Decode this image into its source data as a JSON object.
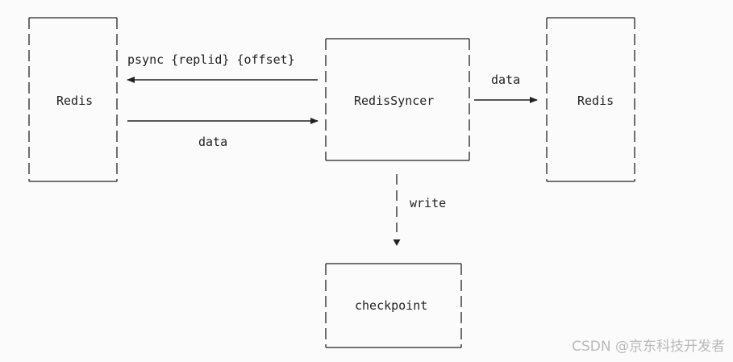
{
  "diagram": {
    "nodes": {
      "redis_source": {
        "label": "Redis"
      },
      "syncer": {
        "label": "RedisSyncer"
      },
      "redis_target": {
        "label": "Redis"
      },
      "checkpoint": {
        "label": "checkpoint"
      }
    },
    "edges": {
      "psync": {
        "label": "psync {replid} {offset}"
      },
      "data_in": {
        "label": "data"
      },
      "data_out": {
        "label": "data"
      },
      "write": {
        "label": "write"
      }
    }
  },
  "watermark": "CSDN @京东科技开发者",
  "colors": {
    "background": "#fbfbfb",
    "line": "#222222",
    "watermark": "#b9b9b9"
  }
}
